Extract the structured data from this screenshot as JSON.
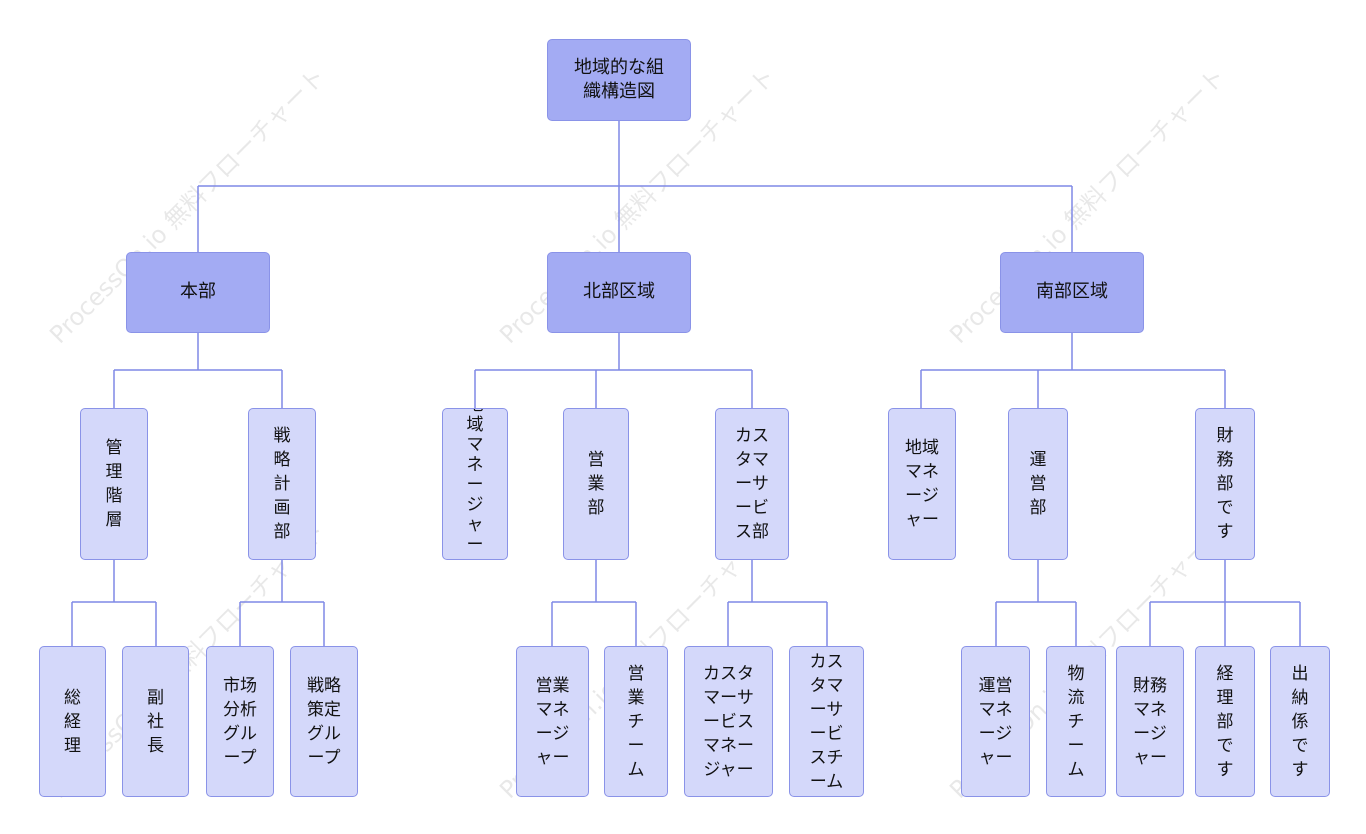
{
  "watermark": "ProcessOn.io 無料フローチャート",
  "colors": {
    "line": "#7f88e6",
    "top_fill": "#a3abf3",
    "leaf_fill": "#d4d8fa",
    "border": "#8a93e8"
  },
  "nodes": {
    "root": "地域的な組\n織構造図",
    "hq": "本部",
    "north": "北部区域",
    "south": "南部区域",
    "hq_mgmt": "管\n理\n階\n層",
    "hq_strategy": "戦\n略\n計\n画\n部",
    "north_regional_mgr": "地\n域\nマ\nネ\nー\nジ\nャ\nー",
    "north_sales": "営\n業\n部",
    "north_cs": "カス\nタマ\nーサ\nービ\nス部",
    "south_regional_mgr": "地域\nマネ\nージ\nャー",
    "south_ops": "運\n営\n部",
    "south_finance": "財\n務\n部\nで\nす",
    "gm": "総\n経\n理",
    "vp": "副\n社\n長",
    "market_analysis": "市场\n分析\nグル\nープ",
    "strategy_group": "戦略\n策定\nグル\nープ",
    "sales_mgr": "営業\nマネ\nージ\nャー",
    "sales_team": "営\n業\nチ\nー\nム",
    "cs_mgr": "カスタ\nマーサ\nービス\nマネー\nジャー",
    "cs_team": "カス\nタマ\nーサ\nービ\nスチ\nーム",
    "ops_mgr": "運営\nマネ\nージ\nャー",
    "logistics_team": "物\n流\nチ\nー\nム",
    "finance_mgr": "財務\nマネ\nージ\nャー",
    "accounting": "経\n理\n部\nで\nす",
    "cashier": "出\n納\n係\nで\nす"
  }
}
